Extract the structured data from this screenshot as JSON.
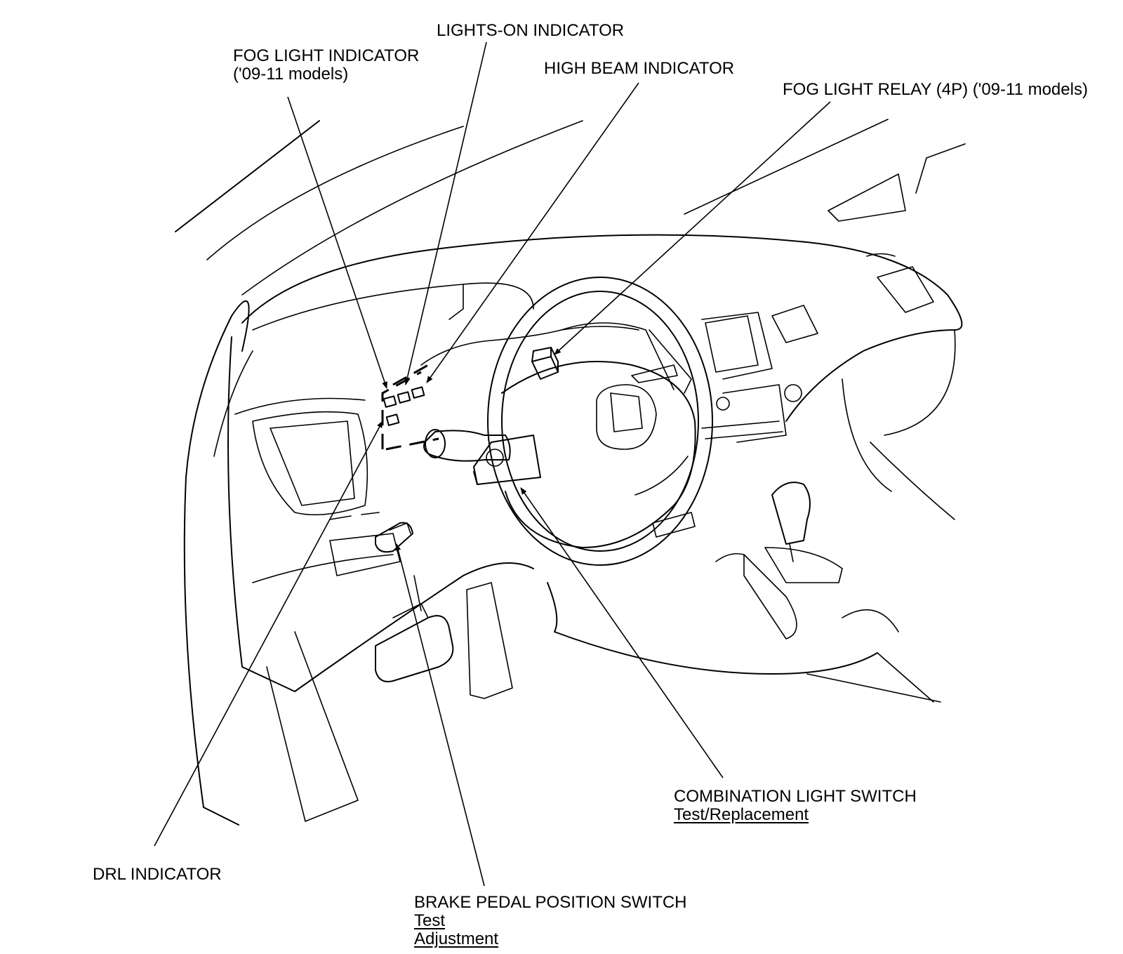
{
  "labels": {
    "lights_on": "LIGHTS-ON INDICATOR",
    "fog_light_indicator": "FOG LIGHT INDICATOR",
    "fog_light_indicator_note": "('09-11 models)",
    "high_beam": "HIGH BEAM INDICATOR",
    "fog_light_relay": "FOG LIGHT RELAY (4P) ('09-11 models)",
    "combination_switch": "COMBINATION LIGHT SWITCH",
    "combination_switch_link": "Test/Replacement",
    "drl": "DRL INDICATOR",
    "brake_switch": "BRAKE PEDAL POSITION SWITCH",
    "brake_switch_link_test": "Test",
    "brake_switch_link_adjust": "Adjustment"
  }
}
